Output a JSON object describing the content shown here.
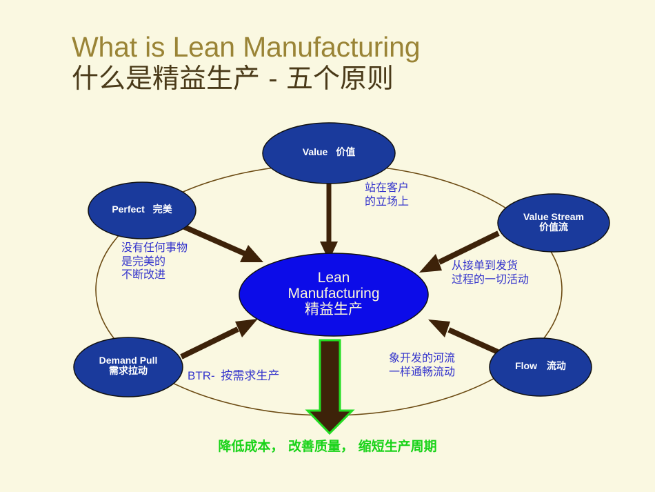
{
  "slide": {
    "background_color": "#faf8e1",
    "title_en": "What is Lean Manufacturing",
    "title_zh": "什么是精益生产 - 五个原则",
    "title_en_color": "#9a8436",
    "title_zh_color": "#4a3a19"
  },
  "center": {
    "label_en_line1": "Lean",
    "label_en_line2": "Manufacturing",
    "label_zh": "精益生产",
    "fill_color": "#0c0ce8",
    "text_color": "#fbf6d8"
  },
  "nodes": [
    {
      "id": "value",
      "label_en": "Value",
      "label_zh": "价值",
      "fill_color": "#1a3a9c",
      "text_color": "#ffffff"
    },
    {
      "id": "value-stream",
      "label_en": "Value Stream",
      "label_zh": "价值流",
      "fill_color": "#1a3a9c",
      "text_color": "#ffffff"
    },
    {
      "id": "flow",
      "label_en": "Flow",
      "label_zh": "流动",
      "fill_color": "#1a3a9c",
      "text_color": "#ffffff"
    },
    {
      "id": "demand-pull",
      "label_en": "Demand Pull",
      "label_zh": "需求拉动",
      "fill_color": "#1a3a9c",
      "text_color": "#ffffff"
    },
    {
      "id": "perfect",
      "label_en": "Perfect",
      "label_zh": "完美",
      "fill_color": "#1a3a9c",
      "text_color": "#ffffff"
    }
  ],
  "annotations": {
    "value_l1": "站在客户",
    "value_l2": "的立场上",
    "value_stream_l1": "从接单到发货",
    "value_stream_l2": "过程的一切活动",
    "flow_l1": "象开发的河流",
    "flow_l2": "一样通畅流动",
    "demand_pull_en": "BTR-",
    "demand_pull_zh": "按需求生产",
    "perfect_l1": "没有任何事物",
    "perfect_l2": "是完美的",
    "perfect_l3": "不断改进",
    "color": "#3333cc"
  },
  "outcome": {
    "text": "降低成本，  改善质量，  缩短生产周期",
    "color": "#18d318"
  },
  "graphics": {
    "ring_stroke": "#6b4a12",
    "arrow_color": "#3d2209",
    "big_arrow_fill": "#3d2209",
    "big_arrow_outline": "#22dd22",
    "ellipse_outline": "#111111"
  }
}
